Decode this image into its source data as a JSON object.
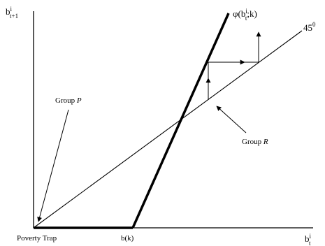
{
  "axes": {
    "y_label": {
      "base": "b",
      "sup": "i",
      "sub": "t+1"
    },
    "x_label": {
      "base": "b",
      "sup": "i",
      "sub": "t"
    }
  },
  "curves": {
    "phi_label": {
      "prefix": "φ(b",
      "sup": "i",
      "sub": "t",
      "suffix": ";k)"
    },
    "diagonal_label": {
      "text": "45",
      "sup": "0"
    }
  },
  "annotations": {
    "group_p": {
      "text": "Group ",
      "italic": "P"
    },
    "group_r": {
      "text": "Group ",
      "italic": "R"
    },
    "poverty_trap": "Poverty Trap",
    "bk": "b(k)"
  },
  "colors": {
    "ink": "#000000",
    "background": "#ffffff"
  }
}
